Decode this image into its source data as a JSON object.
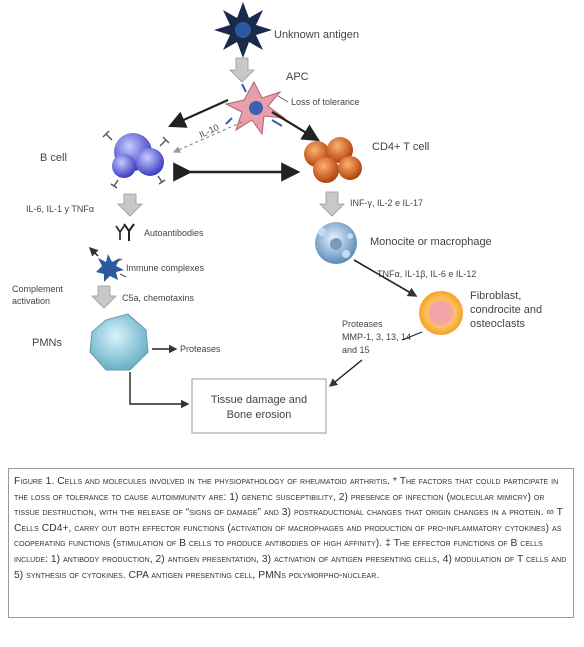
{
  "diagram": {
    "nodes": {
      "unknown_antigen": "Unknown antigen",
      "apc": "APC",
      "loss_of_tolerance": "Loss of tolerance",
      "il10": "IL-10",
      "b_cell": "B cell",
      "cd4_t_cell": "CD4+ T cell",
      "b_cytokines": "IL-6, IL-1 y TNFα",
      "t_cytokines": "INF-γ, IL-2 e IL-17",
      "autoantibodies": "Autoantibodies",
      "immune_complexes": "Immune complexes",
      "monocyte": "Monocite or macrophage",
      "mono_cytokines": "TNFα, IL-1β, IL-6 e IL-12",
      "complement_line1": "Complement",
      "complement_line2": "activation",
      "c5a": "C5a, chemotaxins",
      "fibroblast_line1": "Fibroblast,",
      "fibroblast_line2": "condrocite and",
      "fibroblast_line3": "osteoclasts",
      "pmns": "PMNs",
      "proteases": "Proteases",
      "mmp_line1": "Proteases",
      "mmp_line2": "MMP-1, 3, 13, 14",
      "mmp_line3": "and 15",
      "tissue_line1": "Tissue damage and",
      "tissue_line2": "Bone erosion"
    }
  },
  "caption": "Figure 1. Cells and molecules involved in the physiopathology of rheumatoid arthritis. * The factors that could participate in the loss of tolerance to cause autoimmunity are: 1) genetic susceptibility, 2) presence of infection (molecular mimicry) or tissue destruction, with the release of “signs of damage” and 3) postraductional changes that origin changes in a protein. ∞ T Cells CD4+, carry out both effector functions (activation of macrophages and production of pro-inflammatory cytokines) as cooperating functions (stimulation of B cells to produce antibodies of high affinity). ‡ The effector functions of B cells include: 1) antibody production, 2) antigen presentation, 3) activation of antigen presenting cells, 4) modulation of T cells and 5) synthesis of cytokines. CPA antigen presenting cell, PMNs polymorpho-nuclear.",
  "colors": {
    "antigen": "#1a2a4a",
    "antigen_core": "#2c5aa0",
    "apc": "#e8a0a8",
    "b_cell": "#6a6ed8",
    "t_cell": "#d2691e",
    "monocyte": "#8ab4d8",
    "fibroblast": "#f7b733",
    "fibroblast_core": "#f4a0b0",
    "pmn": "#9ad4e0",
    "arrow_grey": "#b8b8b8"
  }
}
